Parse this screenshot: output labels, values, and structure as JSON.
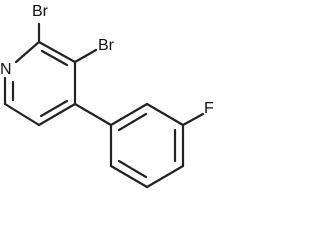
{
  "molecule": {
    "atoms": {
      "n1": "N",
      "br2": "Br",
      "br3": "Br",
      "f": "F"
    }
  }
}
